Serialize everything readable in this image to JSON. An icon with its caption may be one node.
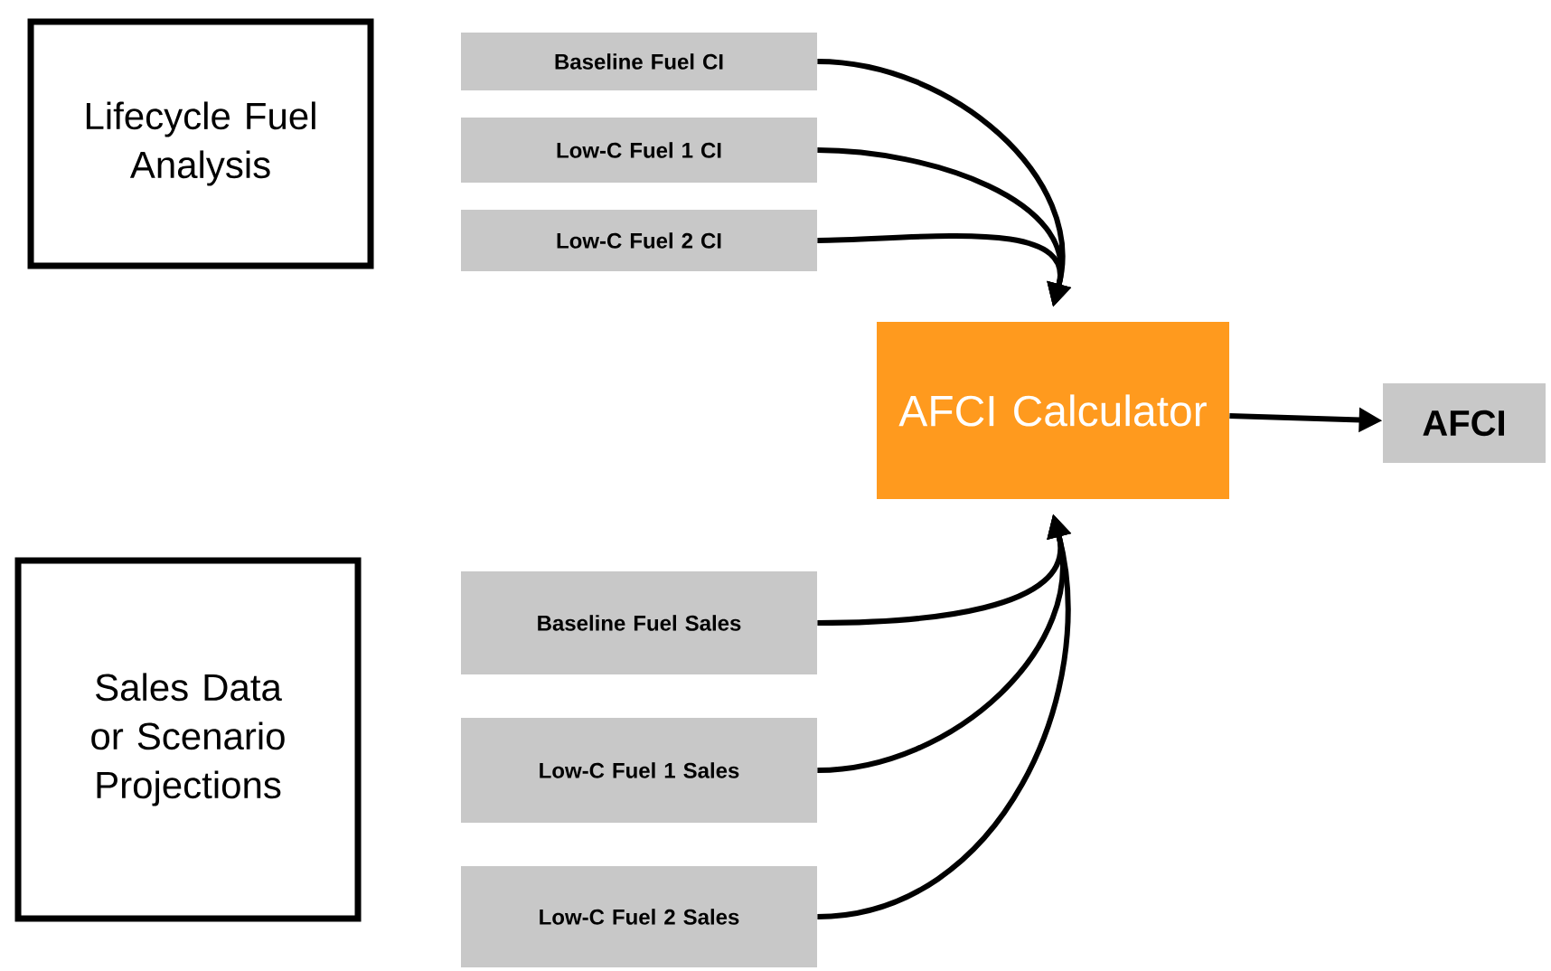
{
  "diagram": {
    "nodes": [
      {
        "text": [
          "Lifecycle Fuel Analysis"
        ]
      },
      {
        "text": [
          "Baseline Fuel CI"
        ]
      },
      {
        "text": [
          "Low-C Fuel 1 CI"
        ]
      },
      {
        "text": [
          "Low-C Fuel 2 CI"
        ]
      },
      {
        "text": [
          "AFCI Calculator"
        ]
      },
      {
        "text": [
          "AFCI"
        ]
      },
      {
        "text": [
          "Sales Data or Scenario Projections"
        ]
      },
      {
        "text": [
          "Baseline Fuel Sales"
        ]
      },
      {
        "text": [
          "Low-C Fuel 1 Sales"
        ]
      },
      {
        "text": [
          "Low-C Fuel 2 Sales"
        ]
      }
    ],
    "edges": [
      {
        "from": 1,
        "to": 4,
        "arrow": "to"
      },
      {
        "from": 2,
        "to": 4,
        "arrow": "to"
      },
      {
        "from": 3,
        "to": 4,
        "arrow": "to"
      },
      {
        "from": 4,
        "to": 5,
        "arrow": "to"
      },
      {
        "from": 7,
        "to": 4,
        "arrow": "to"
      },
      {
        "from": 8,
        "to": 4,
        "arrow": "to"
      },
      {
        "from": 9,
        "to": 4,
        "arrow": "to"
      }
    ]
  }
}
